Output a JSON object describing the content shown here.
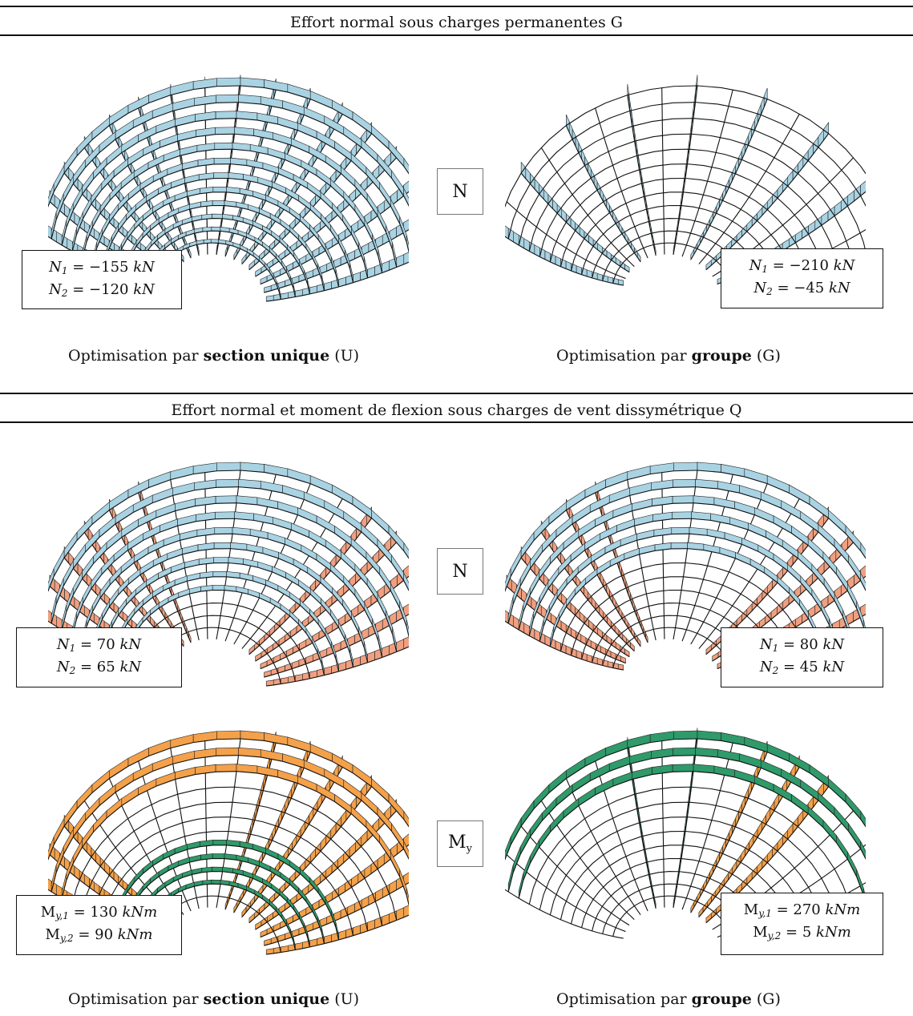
{
  "section1": {
    "title": "Effort normal sous charges permanentes G",
    "label": "N",
    "left": {
      "line1": {
        "var": "N",
        "sub": "1",
        "rhs": "= −155",
        "unit": "kN"
      },
      "line2": {
        "var": "N",
        "sub": "2",
        "rhs": "= −120",
        "unit": "kN"
      }
    },
    "right": {
      "line1": {
        "var": "N",
        "sub": "1",
        "rhs": "= −210",
        "unit": "kN"
      },
      "line2": {
        "var": "N",
        "sub": "2",
        "rhs": "= −45",
        "unit": "kN"
      }
    },
    "caption_left": {
      "pre": "Optimisation par ",
      "bold": "section unique",
      "post": " (U)"
    },
    "caption_right": {
      "pre": "Optimisation par ",
      "bold": "groupe",
      "post": " (G)"
    }
  },
  "section2": {
    "title": "Effort normal et moment de flexion sous charges de vent dissymétrique Q",
    "label_n": "N",
    "label_m": {
      "main": "M",
      "sub": "y"
    },
    "n_left": {
      "line1": {
        "var": "N",
        "sub": "1",
        "rhs": "= 70",
        "unit": "kN"
      },
      "line2": {
        "var": "N",
        "sub": "2",
        "rhs": "= 65",
        "unit": "kN"
      }
    },
    "n_right": {
      "line1": {
        "var": "N",
        "sub": "1",
        "rhs": "= 80",
        "unit": "kN"
      },
      "line2": {
        "var": "N",
        "sub": "2",
        "rhs": "= 45",
        "unit": "kN"
      }
    },
    "m_left": {
      "line1": {
        "var": "M",
        "sub": "y,1",
        "rhs": "= 130",
        "unit": "kNm"
      },
      "line2": {
        "var": "M",
        "sub": "y,2",
        "rhs": "= 90",
        "unit": "kNm"
      }
    },
    "m_right": {
      "line1": {
        "var": "M",
        "sub": "y,1",
        "rhs": "= 270",
        "unit": "kNm"
      },
      "line2": {
        "var": "M",
        "sub": "y,2",
        "rhs": "= 5",
        "unit": "kNm"
      }
    },
    "caption_left": {
      "pre": "Optimisation par ",
      "bold": "section unique",
      "post": " (U)"
    },
    "caption_right": {
      "pre": "Optimisation par ",
      "bold": "groupe",
      "post": " (G)"
    }
  },
  "colors": {
    "compression": "#a9d3e3",
    "traction": "#f0a080",
    "moment_pos": "#f4a14a",
    "moment_neg": "#2f9a6a",
    "mesh": "#111111"
  }
}
